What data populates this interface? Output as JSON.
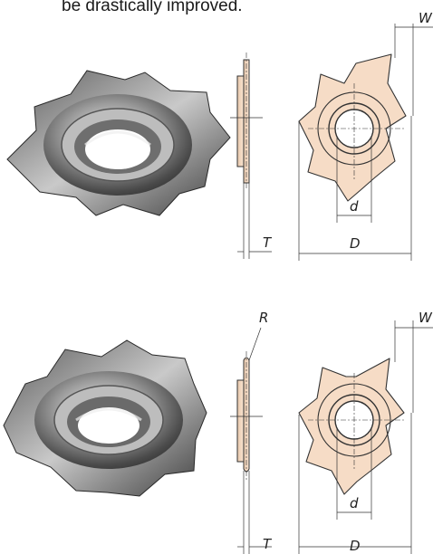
{
  "caption": "be drastically improved.",
  "dimensions": {
    "width_label": "W",
    "diameter_label": "D",
    "bore_label": "d",
    "thickness_label": "T",
    "radius_label": "R"
  },
  "colors": {
    "cutter_fill": "#f6dcc6",
    "line": "#333333",
    "steel_dark": "#3a3a3a",
    "steel_light": "#d8d8d8"
  }
}
